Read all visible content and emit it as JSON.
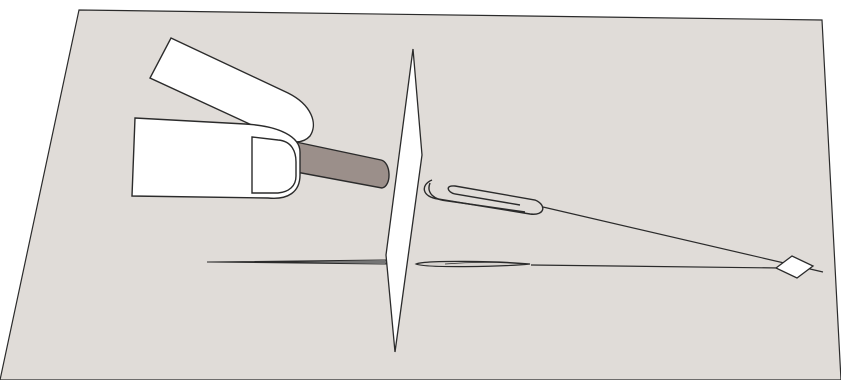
{
  "illustration": {
    "colors": {
      "background": "#ffffff",
      "surface": "#e0dcd8",
      "outline": "#2b2b2b",
      "skin": "#ffffff",
      "rod": "#9b8f8a",
      "card": "#ffffff",
      "marker": "#ffffff"
    },
    "components": [
      "tabletop-surface",
      "fingers",
      "rod",
      "vertical-card",
      "paperclip",
      "left-needle",
      "right-needle",
      "thread",
      "small-square-marker"
    ]
  }
}
